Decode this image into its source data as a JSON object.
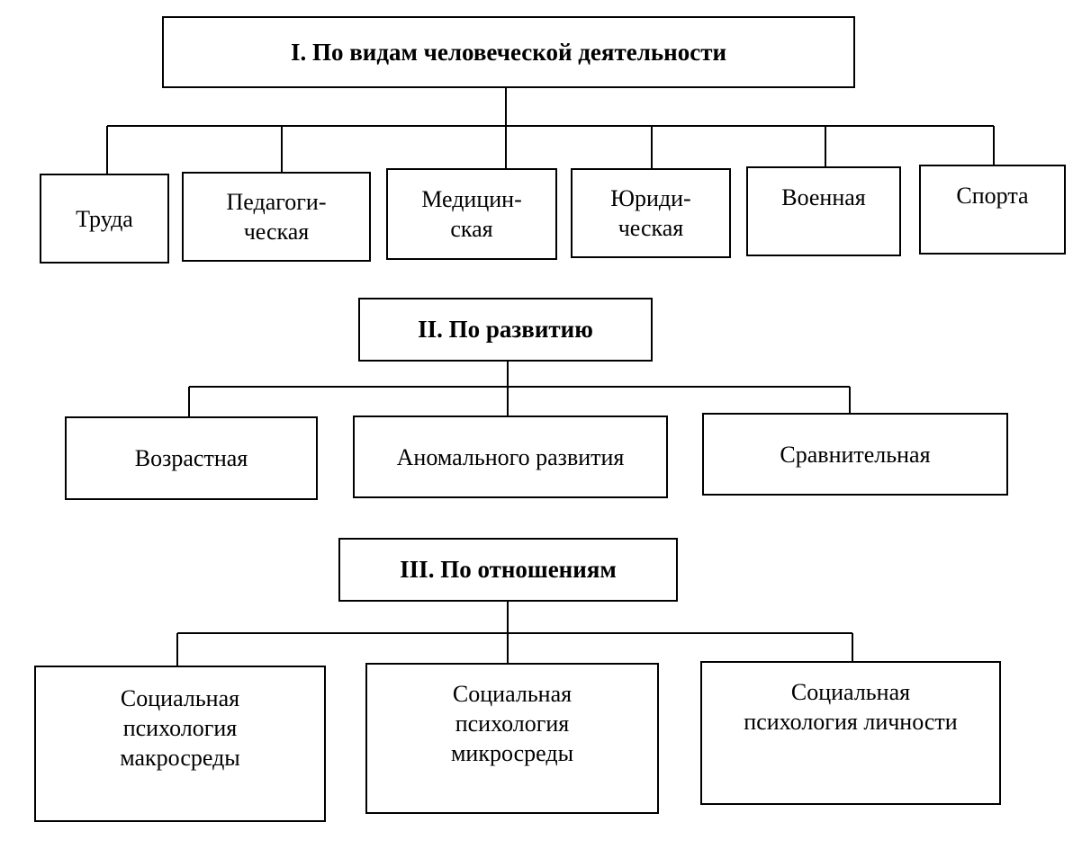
{
  "sections": [
    {
      "header": "I. По видам человеческой деятельности",
      "items": [
        [
          "Труда"
        ],
        [
          "Педагоги-",
          "ческая"
        ],
        [
          "Медицин-",
          "ская"
        ],
        [
          "Юриди-",
          "ческая"
        ],
        [
          "Военная"
        ],
        [
          "Спорта"
        ]
      ]
    },
    {
      "header": "II. По развитию",
      "items": [
        [
          "Возрастная"
        ],
        [
          "Аномального развития"
        ],
        [
          "Сравнительная"
        ]
      ]
    },
    {
      "header": "III. По отношениям",
      "items": [
        [
          "Социальная",
          "психология",
          "макросреды"
        ],
        [
          "Социальная",
          "психология",
          "микросреды"
        ],
        [
          "Социальная",
          "психология личности"
        ]
      ]
    }
  ]
}
